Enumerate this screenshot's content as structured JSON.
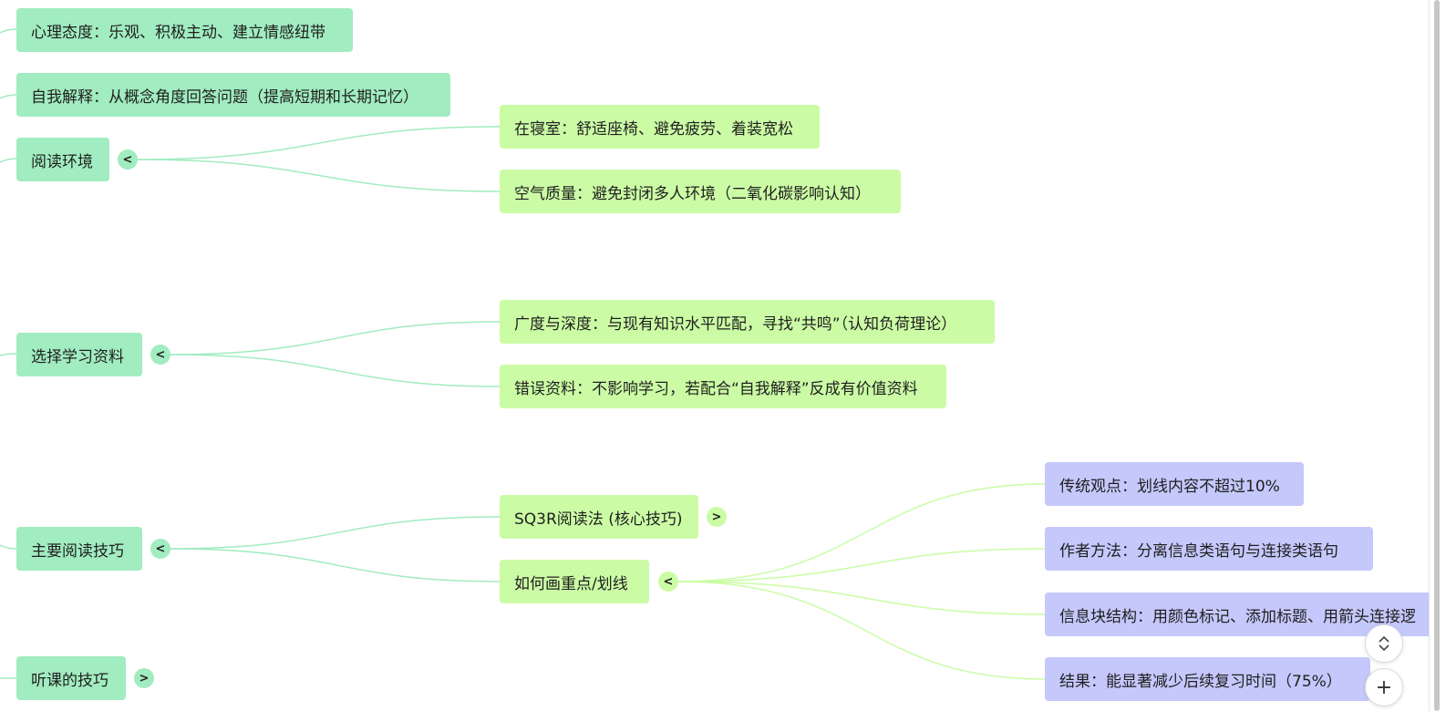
{
  "nodes": {
    "psychology": "心理态度：乐观、积极主动、建立情感纽带",
    "self_explain": "自我解释：从概念角度回答问题（提高短期和长期记忆）",
    "reading_env": "阅读环境",
    "dorm": "在寝室：舒适座椅、避免疲劳、着装宽松",
    "air": "空气质量：避免封闭多人环境（二氧化碳影响认知）",
    "choose_material": "选择学习资料",
    "breadth_depth": "广度与深度：与现有知识水平匹配，寻找“共鸣”（认知负荷理论）",
    "error_material": "错误资料：不影响学习，若配合“自我解释”反成有价值资料",
    "main_skills": "主要阅读技巧",
    "sq3r": "SQ3R阅读法 (核心技巧)",
    "highlight": "如何画重点/划线",
    "traditional": "传统观点：划线内容不超过10%",
    "author_method": "作者方法：分离信息类语句与连接类语句",
    "info_block": "信息块结构：用颜色标记、添加标题、用箭头连接逻",
    "result": "结果：能显著减少后续复习时间（75%）",
    "lecture_skills": "听课的技巧"
  },
  "toggles": {
    "collapse": "<",
    "expand": ">"
  },
  "controls": {
    "zoom_in": "+",
    "fit_icon": "chevron-up-down-icon"
  },
  "colors": {
    "level1": "#a1ecc0",
    "level2": "#cbfca5",
    "level3": "#c4c8fb",
    "link1": "#a1ecc0",
    "link2": "#cbfca5"
  }
}
